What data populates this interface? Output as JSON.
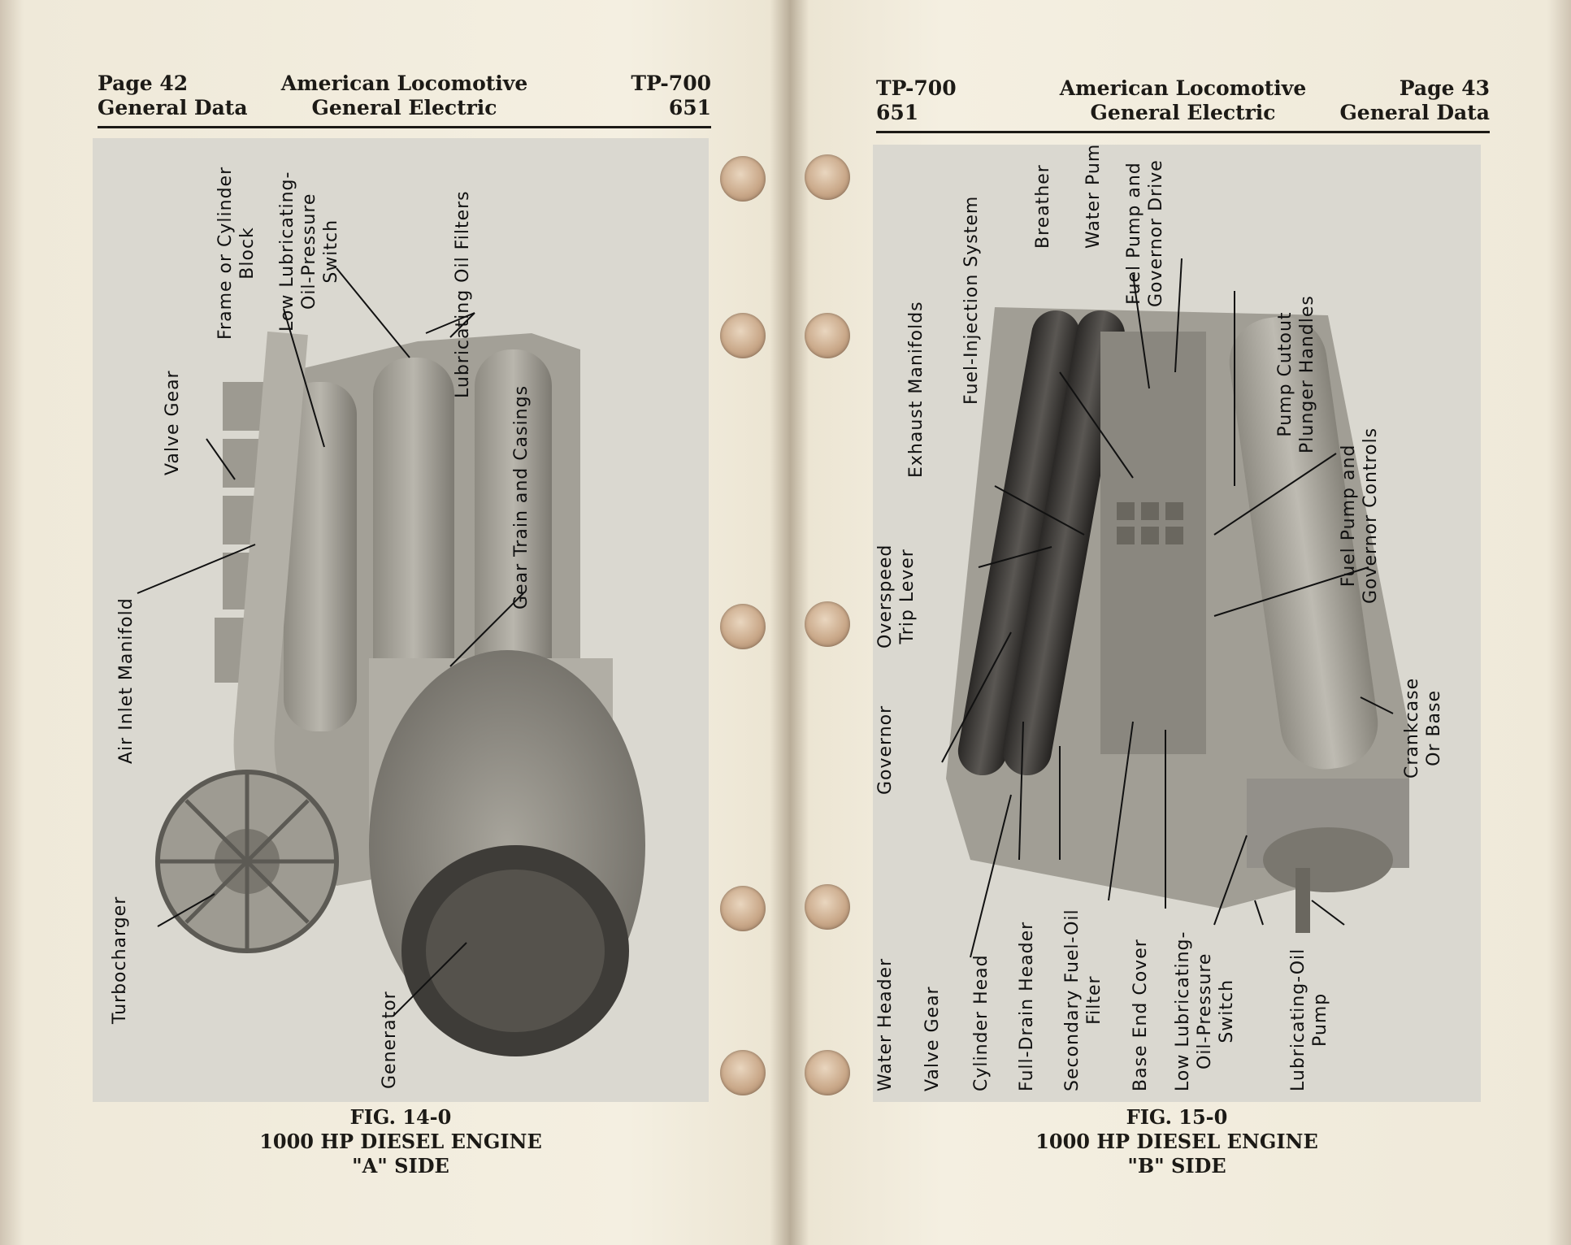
{
  "left_page": {
    "header": {
      "page_label": "Page 42",
      "section": "General Data",
      "company_line1": "American Locomotive",
      "company_line2": "General Electric",
      "doc_code": "TP-700",
      "doc_number": "651"
    },
    "labels": {
      "turbocharger": "Turbocharger",
      "air_inlet_manifold": "Air Inlet Manifold",
      "valve_gear": "Valve Gear",
      "frame_l1": "Frame or Cylinder",
      "frame_l2": "Block",
      "lowlube_l1": "Low Lubricating-",
      "lowlube_l2": "Oil-Pressure",
      "lowlube_l3": "Switch",
      "lube_filters": "Lubricating Oil Filters",
      "gear_train": "Gear Train and Casings",
      "generator": "Generator"
    },
    "caption": {
      "fig": "FIG. 14-0",
      "title": "1000 HP DIESEL ENGINE",
      "side": "\"A\" SIDE"
    }
  },
  "right_page": {
    "header": {
      "doc_code": "TP-700",
      "doc_number": "651",
      "company_line1": "American Locomotive",
      "company_line2": "General Electric",
      "page_label": "Page 43",
      "section": "General Data"
    },
    "labels": {
      "water_header": "Water Header",
      "governor": "Governor",
      "overspeed_l1": "Overspeed",
      "overspeed_l2": "Trip Lever",
      "valve_gear": "Valve Gear",
      "exhaust_manifolds": "Exhaust Manifolds",
      "cylinder_head": "Cylinder Head",
      "fuel_injection": "Fuel-Injection System",
      "full_drain": "Full-Drain Header",
      "breather": "Breather",
      "secondary_l1": "Secondary Fuel-Oil",
      "secondary_l2": "Filter",
      "water_pump": "Water Pump",
      "base_end_cover": "Base End Cover",
      "fuelpump_drive_l1": "Fuel Pump and",
      "fuelpump_drive_l2": "Governor Drive",
      "lowlube_l1": "Low Lubricating-",
      "lowlube_l2": "Oil-Pressure",
      "lowlube_l3": "Switch",
      "pump_cutout_l1": "Pump Cutout",
      "pump_cutout_l2": "Plunger Handles",
      "lube_pump_l1": "Lubricating-Oil",
      "lube_pump_l2": "Pump",
      "fuelpump_controls_l1": "Fuel Pump and",
      "fuelpump_controls_l2": "Governor Controls",
      "crankcase_l1": "Crankcase",
      "crankcase_l2": "Or Base"
    },
    "caption": {
      "fig": "FIG. 15-0",
      "title": "1000 HP DIESEL ENGINE",
      "side": "\"B\" SIDE"
    }
  }
}
